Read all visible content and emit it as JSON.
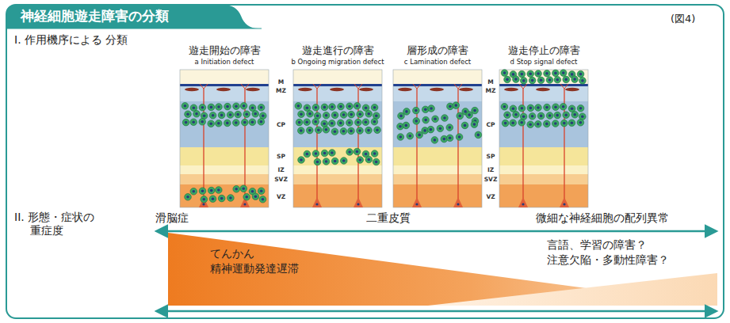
{
  "diagram": {
    "title": "神経細胞遊走障害の分類",
    "nodes": [
      {
        "text": [
          "遊走開始の障害",
          "a Initiation defect"
        ]
      },
      {
        "text": [
          "遊走進行の障害",
          "b Ongoing migration defect"
        ]
      },
      {
        "text": [
          "層形成の障害",
          "c Lamination defect"
        ]
      },
      {
        "text": [
          "遊走停止の障害",
          "d Stop signal defect"
        ]
      }
    ],
    "labels": [
      "(図4)",
      "I. 作用機序による 分類",
      "M",
      "MZ",
      "CP",
      "SP",
      "IZ",
      "SVZ",
      "VZ",
      "M",
      "MZ",
      "CP",
      "SP",
      "IZ",
      "SVZ",
      "VZ",
      "II. 形態・症状の 重症度",
      "滑脳症",
      "二重皮質",
      "微細な神経細胞の配列異常",
      "てんかん",
      "精神運動発達遅滞",
      "言語、学習の障害？",
      "注意欠陥・多動性障害？"
    ]
  }
}
